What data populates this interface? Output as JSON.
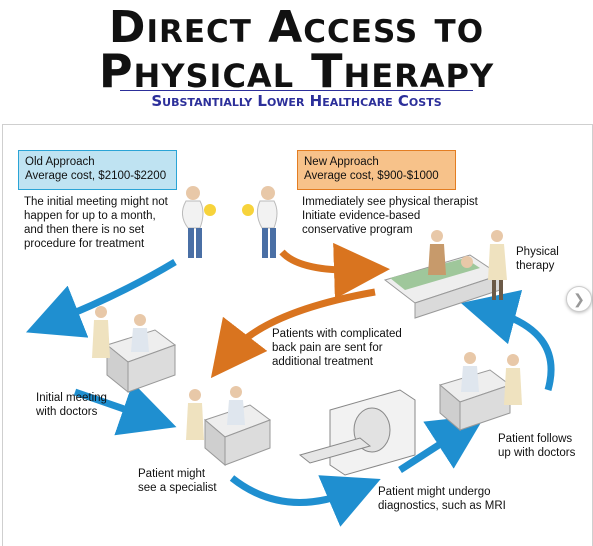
{
  "header": {
    "title_line1": "Direct Access to",
    "title_line2": "Physical Therapy",
    "subtitle": "Substantially Lower Healthcare Costs"
  },
  "old_approach": {
    "label": "Old Approach",
    "cost": "Average cost, $2100-$2200",
    "description": "The initial meeting might not\nhappen for up to a month,\nand then there is  no set\nprocedure for treatment"
  },
  "new_approach": {
    "label": "New Approach",
    "cost": "Average cost, $900-$1000",
    "description": "Immediately see physical therapist\nInitiate evidence-based\nconservative program"
  },
  "labels": {
    "physical_therapy": "Physical\ntherapy",
    "complicated": "Patients with complicated\nback pain are sent for\nadditional treatment",
    "initial_meeting": "Initial meeting\nwith doctors",
    "specialist": "Patient might\nsee a specialist",
    "diagnostics": "Patient might undergo\ndiagnostics, such as MRI",
    "follows_up": "Patient follows\nup with doctors"
  },
  "icons": {
    "next": "chevron-right-icon"
  },
  "colors": {
    "old_border": "#2aa4d6",
    "old_fill": "#bfe3f2",
    "new_border": "#e37d22",
    "new_fill": "#f7c28a",
    "blue_arrow": "#1f8fd0",
    "orange_arrow": "#d9741f"
  }
}
